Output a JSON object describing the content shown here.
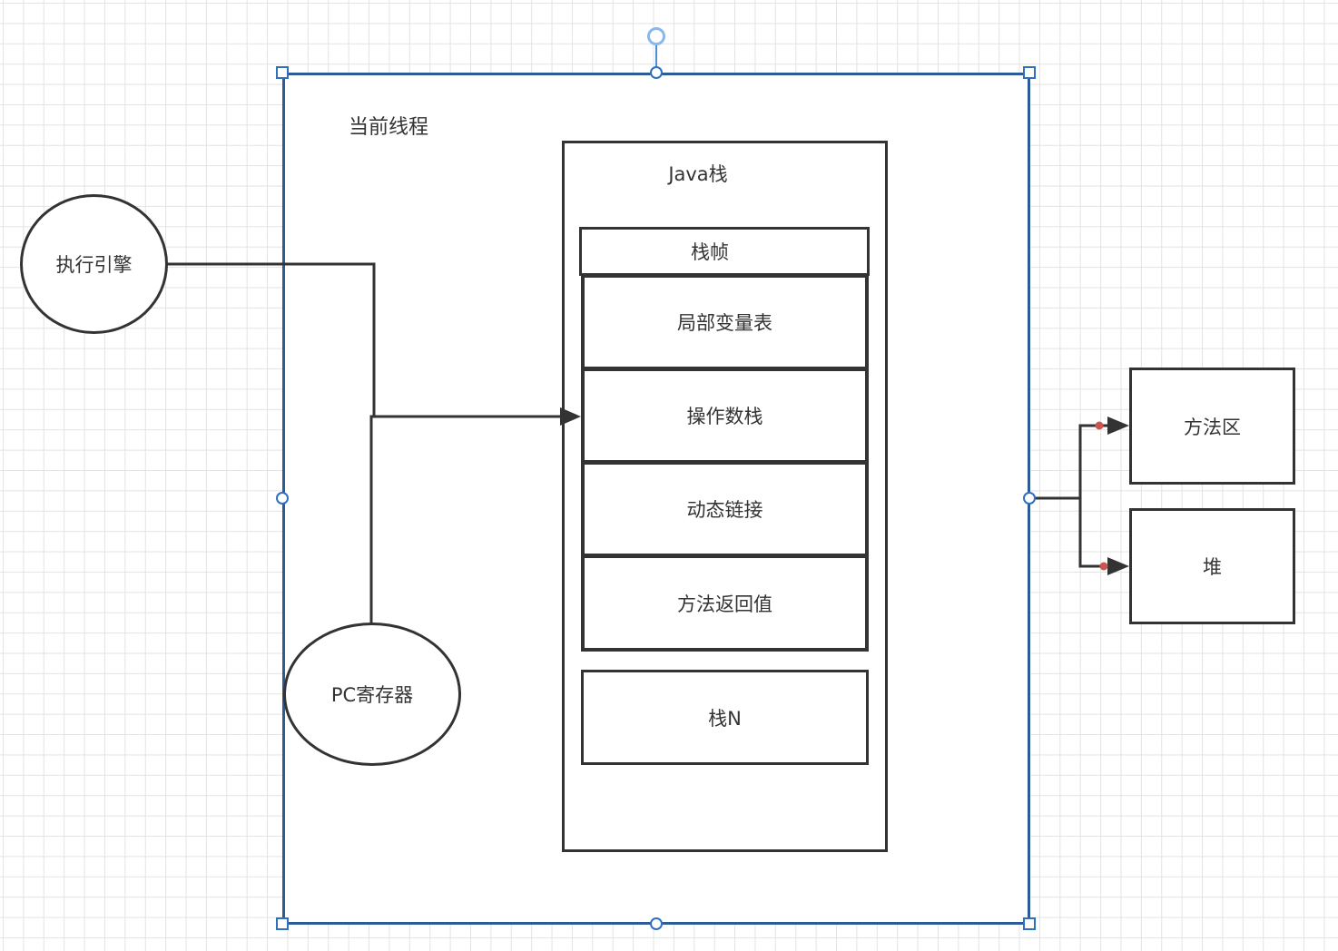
{
  "thread": {
    "label": "当前线程"
  },
  "java_stack": {
    "label": "Java栈"
  },
  "stack_frame": {
    "title": "栈帧",
    "rows": [
      "局部变量表",
      "操作数栈",
      "动态链接",
      "方法返回值"
    ]
  },
  "stack_n": {
    "label": "栈N"
  },
  "execution_engine": {
    "label": "执行引擎"
  },
  "pc_register": {
    "label": "PC寄存器"
  },
  "method_area": {
    "label": "方法区"
  },
  "heap": {
    "label": "堆"
  },
  "colors": {
    "selection": "#2f6fc0",
    "handle": "#4a8ee0",
    "stroke": "#333333",
    "dot": "#c9564f"
  }
}
